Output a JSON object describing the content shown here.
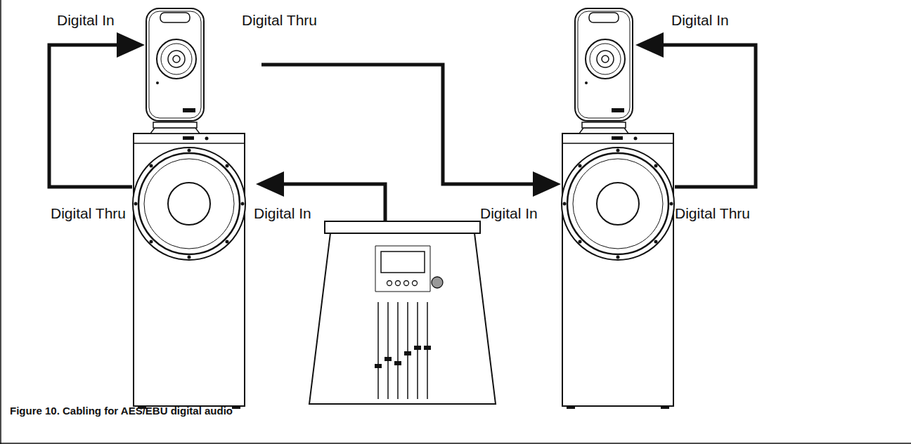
{
  "diagram": {
    "caption": "Figure 10. Cabling for AES/EBU digital audio",
    "labels": [
      "Digital In",
      "Digital Thru",
      "Digital In",
      "Digital Thru",
      "Digital In",
      "Digital In",
      "Digital Thru"
    ]
  }
}
